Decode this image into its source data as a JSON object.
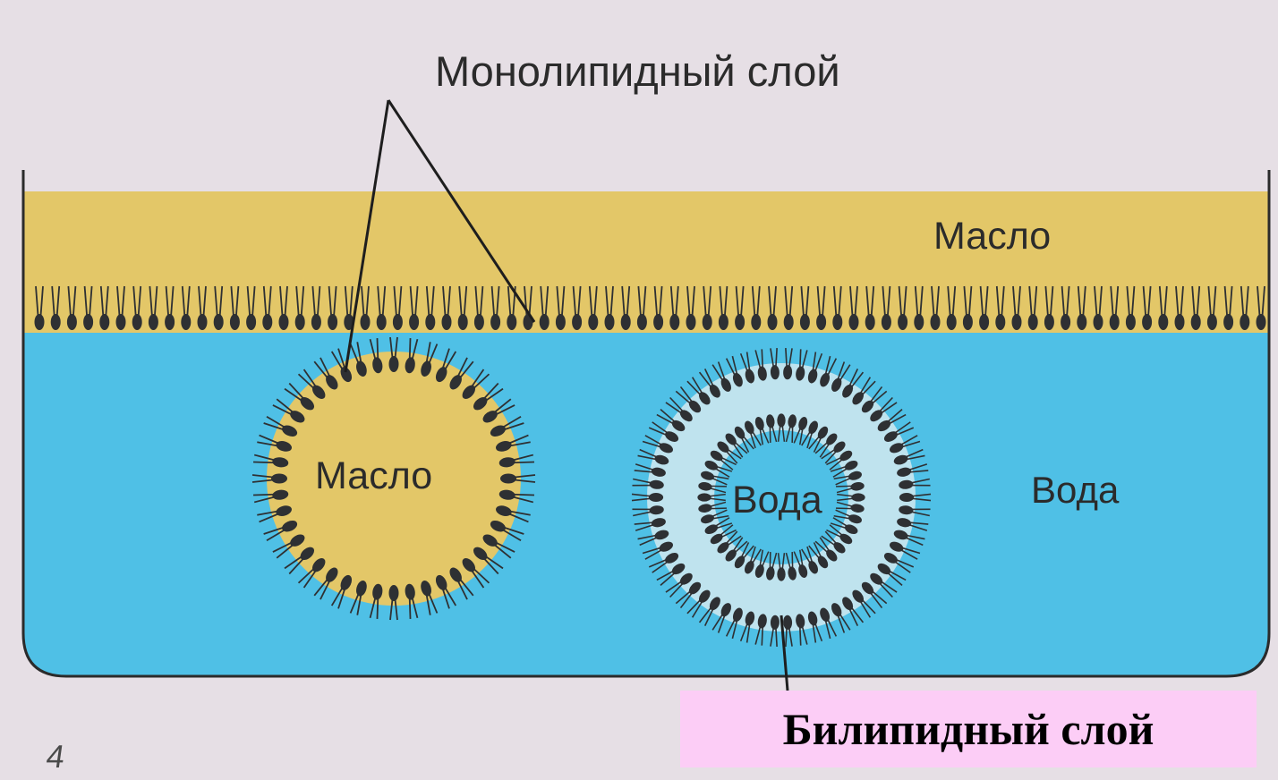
{
  "labels": {
    "monolipid_layer": "Монолипидный слой",
    "oil_top": "Масло",
    "water_right": "Вода",
    "oil_micelle": "Масло",
    "water_vesicle": "Вода",
    "bilipid_layer": "Билипидный слой",
    "page_number": "4"
  },
  "colors": {
    "page_background": "#e6dfe5",
    "oil": "#e3c768",
    "water": "#4fc0e6",
    "lipid": "#2e3033",
    "vesicle_gap": "#cdeaf0",
    "highlight_box": "#fccdf6"
  }
}
